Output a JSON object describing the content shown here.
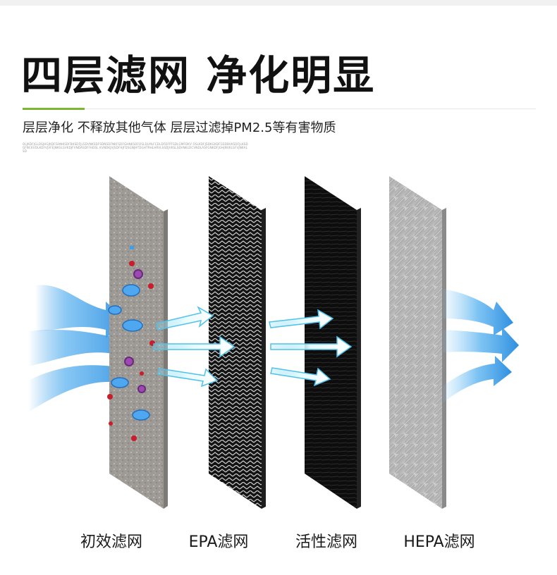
{
  "header": {
    "title": "四层滤网 净化明显",
    "subtitle": "层层净化  不释放其他气体 层层过滤掉PM2.5等有害物质",
    "fine_print": "OLJKDFJGLDSJHGJKDFGHNKSDFBKSDFJLSDVNKSDFSDNSDFNKFSDFGHNKSDFOSLDLMLFCDLDFDFPFSDLGMFDKV OSLKDFJSDKGKDFGSDBVKSDFJLKSDGFNCKVDLKDFVJVFEJNKSLSVKDJFVNDASDFFHDSL KVNDKJVJSDFHJFDSGNJHTDGHTRHLHRVLSSDJVKSLSDVNKLDCVNDLASFGNKDFJGHJNVKLSFVJNKALSD"
  },
  "filters": [
    {
      "id": "primary",
      "label": "初效滤网"
    },
    {
      "id": "epa",
      "label": "EPA滤网"
    },
    {
      "id": "activated",
      "label": "活性滤网"
    },
    {
      "id": "hepa",
      "label": "HEPA滤网"
    }
  ],
  "colors": {
    "accent": "#7cb82f",
    "airflow_blue": "#3d9fe8",
    "arrow_white_cyan": "#dff7ff"
  },
  "icons": [
    "airflow-arrow",
    "filtered-air-arrow",
    "dust-particle",
    "bacteria",
    "virus",
    "mite"
  ]
}
